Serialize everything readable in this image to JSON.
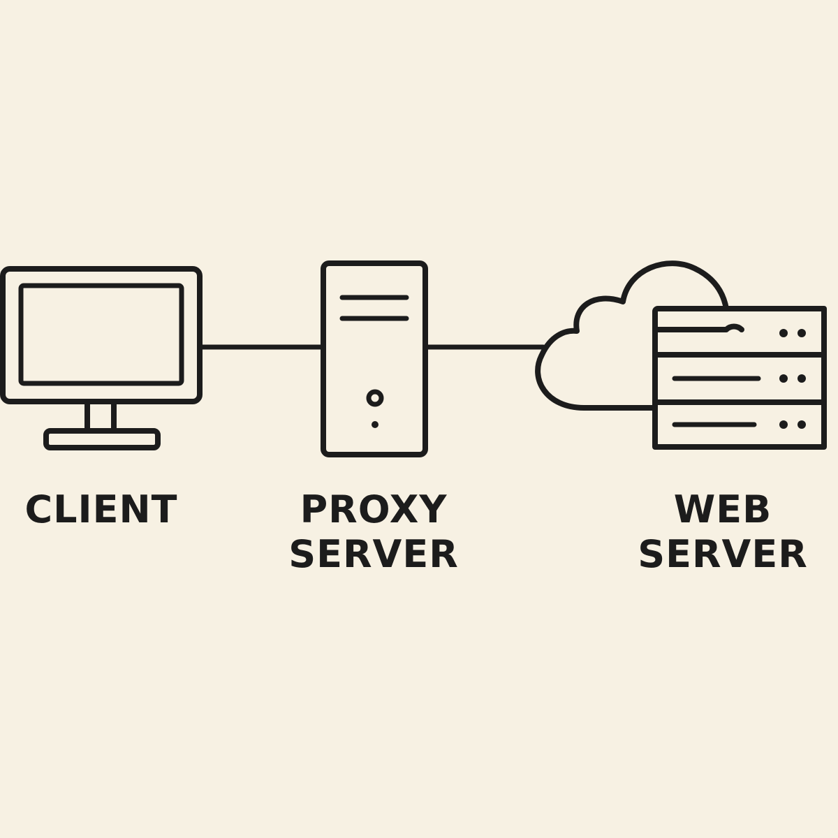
{
  "nodes": {
    "client": {
      "line1": "CLIENT",
      "line2": ""
    },
    "proxy": {
      "line1": "PROXY",
      "line2": "SERVER"
    },
    "web": {
      "line1": "WEB",
      "line2": "SERVER"
    }
  },
  "colors": {
    "background": "#f7f1e3",
    "ink": "#1c1c1c"
  },
  "icons": [
    "monitor-icon",
    "server-tower-icon",
    "cloud-icon",
    "server-rack-icon"
  ]
}
